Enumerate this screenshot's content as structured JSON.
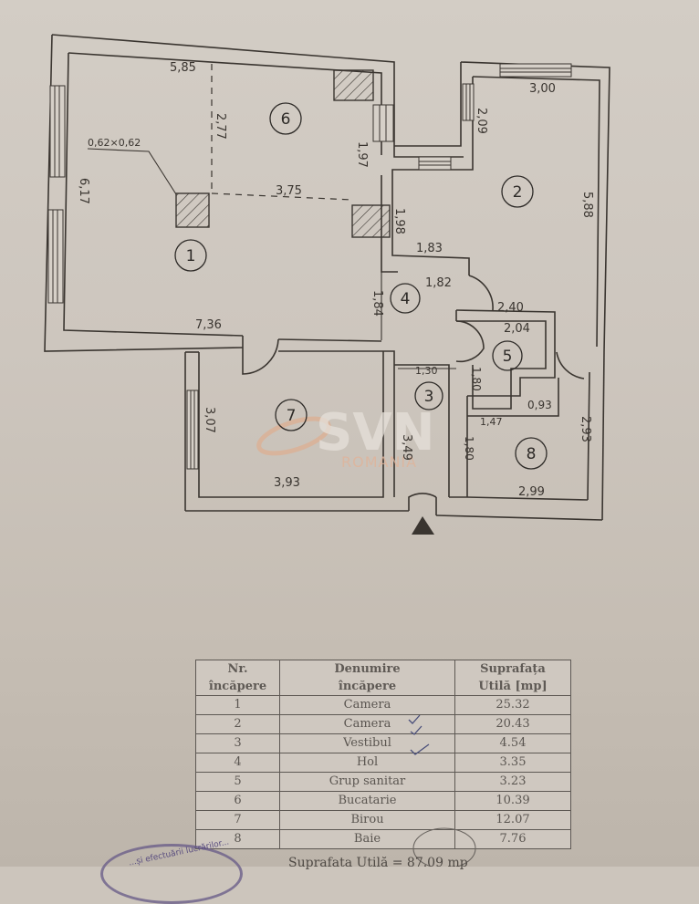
{
  "document": {
    "type": "Apartment floor plan with room area table"
  },
  "watermark": {
    "brand": "SVN",
    "subtitle": "ROMANIA"
  },
  "plan": {
    "room_numbers": [
      "1",
      "2",
      "3",
      "4",
      "5",
      "6",
      "7",
      "8"
    ],
    "dimensions": {
      "r6_top": "5,85",
      "r6_height": "2,77",
      "column": "0,62×0,62",
      "r1_side": "6,17",
      "r6_width": "3,75",
      "r6_right": "1,97",
      "wall_198": "1,98",
      "r1_bottom": "7,36",
      "r2_top": "3,00",
      "r2_left": "2,09",
      "r2_right": "5,88",
      "r2_bottom": "1,83",
      "r4_top": "1,82",
      "r4_side": "1,84",
      "r5_outer": "2,40",
      "r5_top": "2,04",
      "r5_side": "1,80",
      "r5_step": "0,93",
      "r3_width": "1,30",
      "r3_side": "3,49",
      "r7_side": "3,07",
      "r7_bottom": "3,93",
      "r8_top": "1,47",
      "r8_side": "1,80",
      "r8_bottom": "2,99",
      "r8_right": "2,93"
    }
  },
  "table": {
    "headers": {
      "col1_line1": "Nr.",
      "col1_line2": "încăpere",
      "col2_line1": "Denumire",
      "col2_line2": "încăpere",
      "col3_line1": "Suprafața",
      "col3_line2": "Utilă [mp]"
    },
    "rows": [
      {
        "nr": "1",
        "name": "Camera",
        "area": "25.32"
      },
      {
        "nr": "2",
        "name": "Camera",
        "area": "20.43"
      },
      {
        "nr": "3",
        "name": "Vestibul",
        "area": "4.54"
      },
      {
        "nr": "4",
        "name": "Hol",
        "area": "3.35"
      },
      {
        "nr": "5",
        "name": "Grup sanitar",
        "area": "3.23"
      },
      {
        "nr": "6",
        "name": "Bucatarie",
        "area": "10.39"
      },
      {
        "nr": "7",
        "name": "Birou",
        "area": "12.07"
      },
      {
        "nr": "8",
        "name": "Baie",
        "area": "7.76"
      }
    ],
    "total": "Suprafata Utilă = 87.09 mp"
  },
  "stamp": {
    "text": "...și efectuării lucrărilor..."
  },
  "colors": {
    "paper": "#cdc6be",
    "ink": "#3a3530",
    "watermark_accent": "#e0a27e"
  }
}
